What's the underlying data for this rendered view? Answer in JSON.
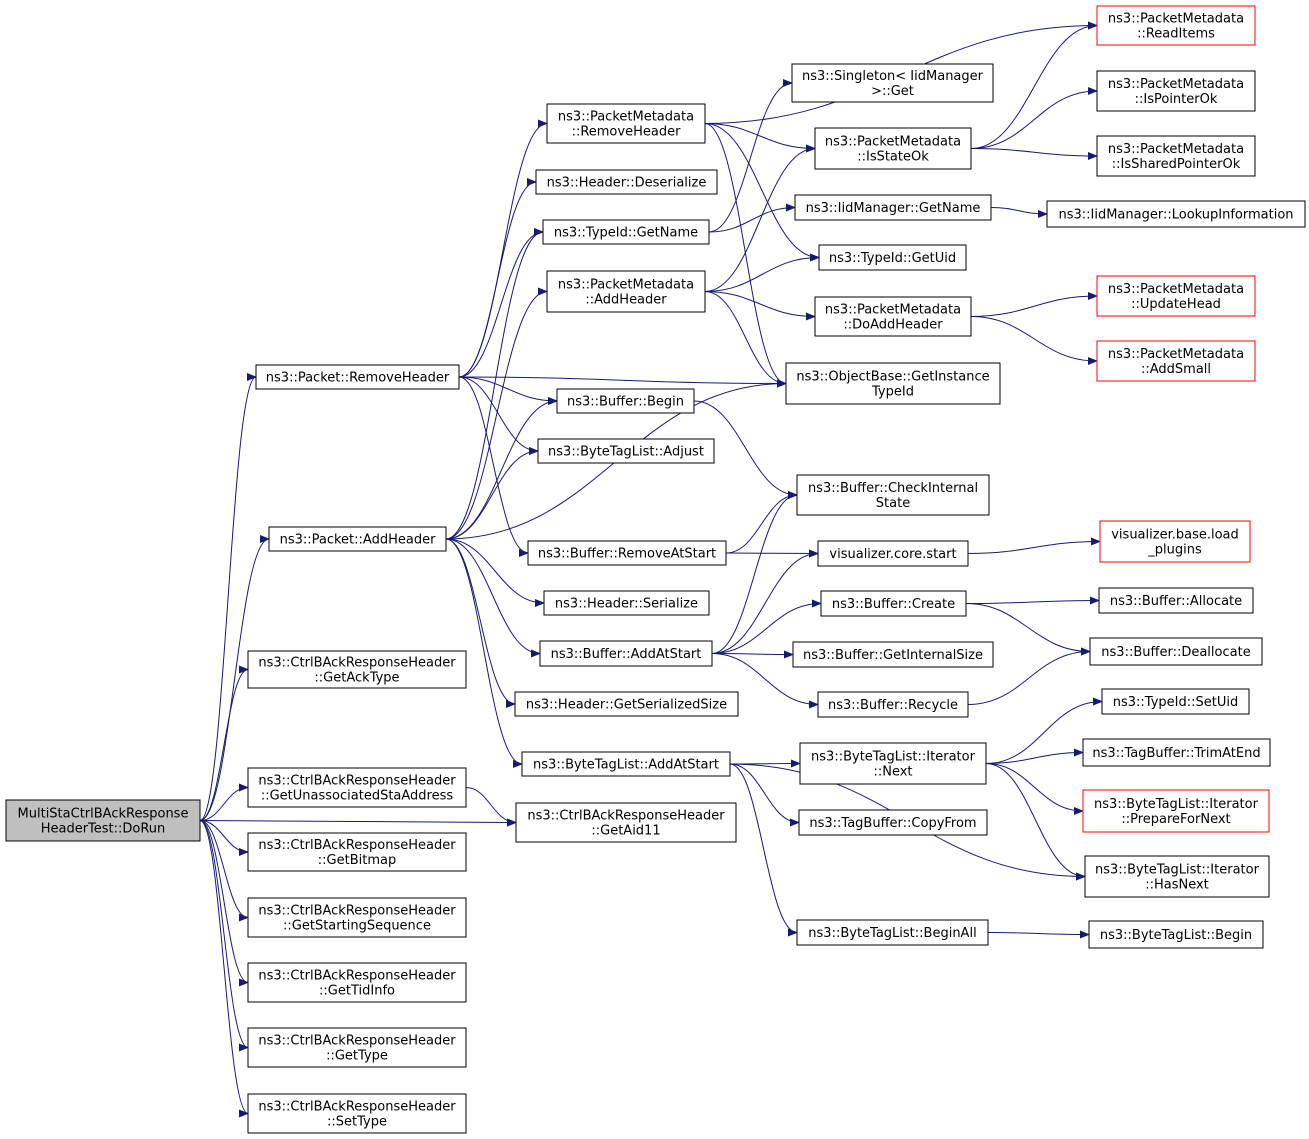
{
  "diagram": {
    "colors": {
      "edge": "#191970",
      "root_fill": "#bfbfbf",
      "node_border": "#000000",
      "truncated_border": "#ff0000"
    },
    "nodes": [
      {
        "id": "root",
        "lines": [
          "MultiStaCtrlBAckResponse",
          "HeaderTest::DoRun"
        ],
        "style": "root"
      },
      {
        "id": "removeHeader",
        "lines": [
          "ns3::Packet::RemoveHeader"
        ]
      },
      {
        "id": "addHeader",
        "lines": [
          "ns3::Packet::AddHeader"
        ]
      },
      {
        "id": "getAckType",
        "lines": [
          "ns3::CtrlBAckResponseHeader",
          "::GetAckType"
        ]
      },
      {
        "id": "getUnassoc",
        "lines": [
          "ns3::CtrlBAckResponseHeader",
          "::GetUnassociatedStaAddress"
        ]
      },
      {
        "id": "getBitmap",
        "lines": [
          "ns3::CtrlBAckResponseHeader",
          "::GetBitmap"
        ]
      },
      {
        "id": "getStartSeq",
        "lines": [
          "ns3::CtrlBAckResponseHeader",
          "::GetStartingSequence"
        ]
      },
      {
        "id": "getTidInfo",
        "lines": [
          "ns3::CtrlBAckResponseHeader",
          "::GetTidInfo"
        ]
      },
      {
        "id": "getType",
        "lines": [
          "ns3::CtrlBAckResponseHeader",
          "::GetType"
        ]
      },
      {
        "id": "setType",
        "lines": [
          "ns3::CtrlBAckResponseHeader",
          "::SetType"
        ]
      },
      {
        "id": "pmRemoveHeader",
        "lines": [
          "ns3::PacketMetadata",
          "::RemoveHeader"
        ]
      },
      {
        "id": "hdrDeserialize",
        "lines": [
          "ns3::Header::Deserialize"
        ]
      },
      {
        "id": "typeIdGetName",
        "lines": [
          "ns3::TypeId::GetName"
        ]
      },
      {
        "id": "pmAddHeader",
        "lines": [
          "ns3::PacketMetadata",
          "::AddHeader"
        ]
      },
      {
        "id": "bufBegin",
        "lines": [
          "ns3::Buffer::Begin"
        ]
      },
      {
        "id": "btlAdjust",
        "lines": [
          "ns3::ByteTagList::Adjust"
        ]
      },
      {
        "id": "bufRemoveAtStart",
        "lines": [
          "ns3::Buffer::RemoveAtStart"
        ]
      },
      {
        "id": "hdrSerialize",
        "lines": [
          "ns3::Header::Serialize"
        ]
      },
      {
        "id": "bufAddAtStart",
        "lines": [
          "ns3::Buffer::AddAtStart"
        ]
      },
      {
        "id": "hdrGetSerSize",
        "lines": [
          "ns3::Header::GetSerializedSize"
        ]
      },
      {
        "id": "btlAddAtStart",
        "lines": [
          "ns3::ByteTagList::AddAtStart"
        ]
      },
      {
        "id": "getAid11",
        "lines": [
          "ns3::CtrlBAckResponseHeader",
          "::GetAid11"
        ]
      },
      {
        "id": "singletonGet",
        "lines": [
          "ns3::Singleton< IidManager",
          ">::Get"
        ]
      },
      {
        "id": "pmIsStateOk",
        "lines": [
          "ns3::PacketMetadata",
          "::IsStateOk"
        ]
      },
      {
        "id": "iidGetName",
        "lines": [
          "ns3::IidManager::GetName"
        ]
      },
      {
        "id": "typeIdGetUid",
        "lines": [
          "ns3::TypeId::GetUid"
        ]
      },
      {
        "id": "pmDoAddHeader",
        "lines": [
          "ns3::PacketMetadata",
          "::DoAddHeader"
        ]
      },
      {
        "id": "objGetInstTypeId",
        "lines": [
          "ns3::ObjectBase::GetInstance",
          "TypeId"
        ]
      },
      {
        "id": "bufCheckInternal",
        "lines": [
          "ns3::Buffer::CheckInternal",
          "State"
        ]
      },
      {
        "id": "visCoreStart",
        "lines": [
          "visualizer.core.start"
        ]
      },
      {
        "id": "bufCreate",
        "lines": [
          "ns3::Buffer::Create"
        ]
      },
      {
        "id": "bufGetInternalSize",
        "lines": [
          "ns3::Buffer::GetInternalSize"
        ]
      },
      {
        "id": "bufRecycle",
        "lines": [
          "ns3::Buffer::Recycle"
        ]
      },
      {
        "id": "btlIterNext",
        "lines": [
          "ns3::ByteTagList::Iterator",
          "::Next"
        ]
      },
      {
        "id": "tagBufCopyFrom",
        "lines": [
          "ns3::TagBuffer::CopyFrom"
        ]
      },
      {
        "id": "btlBeginAll",
        "lines": [
          "ns3::ByteTagList::BeginAll"
        ]
      },
      {
        "id": "pmReadItems",
        "lines": [
          "ns3::PacketMetadata",
          "::ReadItems"
        ],
        "style": "truncated"
      },
      {
        "id": "pmIsPointerOk",
        "lines": [
          "ns3::PacketMetadata",
          "::IsPointerOk"
        ]
      },
      {
        "id": "pmIsSharedPtrOk",
        "lines": [
          "ns3::PacketMetadata",
          "::IsSharedPointerOk"
        ]
      },
      {
        "id": "iidLookupInfo",
        "lines": [
          "ns3::IidManager::LookupInformation"
        ]
      },
      {
        "id": "pmUpdateHead",
        "lines": [
          "ns3::PacketMetadata",
          "::UpdateHead"
        ],
        "style": "truncated"
      },
      {
        "id": "pmAddSmall",
        "lines": [
          "ns3::PacketMetadata",
          "::AddSmall"
        ],
        "style": "truncated"
      },
      {
        "id": "visLoadPlugins",
        "lines": [
          "visualizer.base.load",
          "_plugins"
        ],
        "style": "truncated"
      },
      {
        "id": "bufAllocate",
        "lines": [
          "ns3::Buffer::Allocate"
        ]
      },
      {
        "id": "bufDeallocate",
        "lines": [
          "ns3::Buffer::Deallocate"
        ]
      },
      {
        "id": "typeIdSetUid",
        "lines": [
          "ns3::TypeId::SetUid"
        ]
      },
      {
        "id": "tagBufTrimAtEnd",
        "lines": [
          "ns3::TagBuffer::TrimAtEnd"
        ]
      },
      {
        "id": "btlIterPrepare",
        "lines": [
          "ns3::ByteTagList::Iterator",
          "::PrepareForNext"
        ],
        "style": "truncated"
      },
      {
        "id": "btlIterHasNext",
        "lines": [
          "ns3::ByteTagList::Iterator",
          "::HasNext"
        ]
      },
      {
        "id": "btlBegin",
        "lines": [
          "ns3::ByteTagList::Begin"
        ]
      }
    ],
    "edges": [
      [
        "root",
        "removeHeader"
      ],
      [
        "root",
        "addHeader"
      ],
      [
        "root",
        "getAckType"
      ],
      [
        "root",
        "getUnassoc"
      ],
      [
        "root",
        "getAid11"
      ],
      [
        "root",
        "getBitmap"
      ],
      [
        "root",
        "getStartSeq"
      ],
      [
        "root",
        "getTidInfo"
      ],
      [
        "root",
        "getType"
      ],
      [
        "root",
        "setType"
      ],
      [
        "getUnassoc",
        "getAid11"
      ],
      [
        "removeHeader",
        "pmRemoveHeader"
      ],
      [
        "removeHeader",
        "hdrDeserialize"
      ],
      [
        "removeHeader",
        "typeIdGetName"
      ],
      [
        "removeHeader",
        "objGetInstTypeId"
      ],
      [
        "removeHeader",
        "bufBegin"
      ],
      [
        "removeHeader",
        "btlAdjust"
      ],
      [
        "removeHeader",
        "bufRemoveAtStart"
      ],
      [
        "addHeader",
        "typeIdGetName"
      ],
      [
        "addHeader",
        "pmAddHeader"
      ],
      [
        "addHeader",
        "bufBegin"
      ],
      [
        "addHeader",
        "btlAdjust"
      ],
      [
        "addHeader",
        "objGetInstTypeId"
      ],
      [
        "addHeader",
        "hdrSerialize"
      ],
      [
        "addHeader",
        "bufAddAtStart"
      ],
      [
        "addHeader",
        "hdrGetSerSize"
      ],
      [
        "addHeader",
        "btlAddAtStart"
      ],
      [
        "pmRemoveHeader",
        "pmReadItems"
      ],
      [
        "pmRemoveHeader",
        "pmIsStateOk"
      ],
      [
        "pmRemoveHeader",
        "typeIdGetUid"
      ],
      [
        "pmRemoveHeader",
        "objGetInstTypeId"
      ],
      [
        "typeIdGetName",
        "singletonGet"
      ],
      [
        "typeIdGetName",
        "iidGetName"
      ],
      [
        "pmAddHeader",
        "pmIsStateOk"
      ],
      [
        "pmAddHeader",
        "typeIdGetUid"
      ],
      [
        "pmAddHeader",
        "pmDoAddHeader"
      ],
      [
        "pmAddHeader",
        "objGetInstTypeId"
      ],
      [
        "bufBegin",
        "bufCheckInternal"
      ],
      [
        "bufRemoveAtStart",
        "bufCheckInternal"
      ],
      [
        "bufRemoveAtStart",
        "visCoreStart"
      ],
      [
        "bufAddAtStart",
        "bufCheckInternal"
      ],
      [
        "bufAddAtStart",
        "visCoreStart"
      ],
      [
        "bufAddAtStart",
        "bufCreate"
      ],
      [
        "bufAddAtStart",
        "bufGetInternalSize"
      ],
      [
        "bufAddAtStart",
        "bufRecycle"
      ],
      [
        "btlAddAtStart",
        "btlIterNext"
      ],
      [
        "btlAddAtStart",
        "tagBufCopyFrom"
      ],
      [
        "btlAddAtStart",
        "btlIterHasNext"
      ],
      [
        "btlAddAtStart",
        "btlBeginAll"
      ],
      [
        "pmIsStateOk",
        "pmReadItems"
      ],
      [
        "pmIsStateOk",
        "pmIsPointerOk"
      ],
      [
        "pmIsStateOk",
        "pmIsSharedPtrOk"
      ],
      [
        "iidGetName",
        "iidLookupInfo"
      ],
      [
        "pmDoAddHeader",
        "pmUpdateHead"
      ],
      [
        "pmDoAddHeader",
        "pmAddSmall"
      ],
      [
        "visCoreStart",
        "visLoadPlugins"
      ],
      [
        "bufCreate",
        "bufAllocate"
      ],
      [
        "bufCreate",
        "bufDeallocate"
      ],
      [
        "bufRecycle",
        "bufDeallocate"
      ],
      [
        "btlIterNext",
        "typeIdSetUid"
      ],
      [
        "btlIterNext",
        "tagBufTrimAtEnd"
      ],
      [
        "btlIterNext",
        "btlIterPrepare"
      ],
      [
        "btlIterNext",
        "btlIterHasNext"
      ],
      [
        "btlBeginAll",
        "btlBegin"
      ]
    ]
  }
}
